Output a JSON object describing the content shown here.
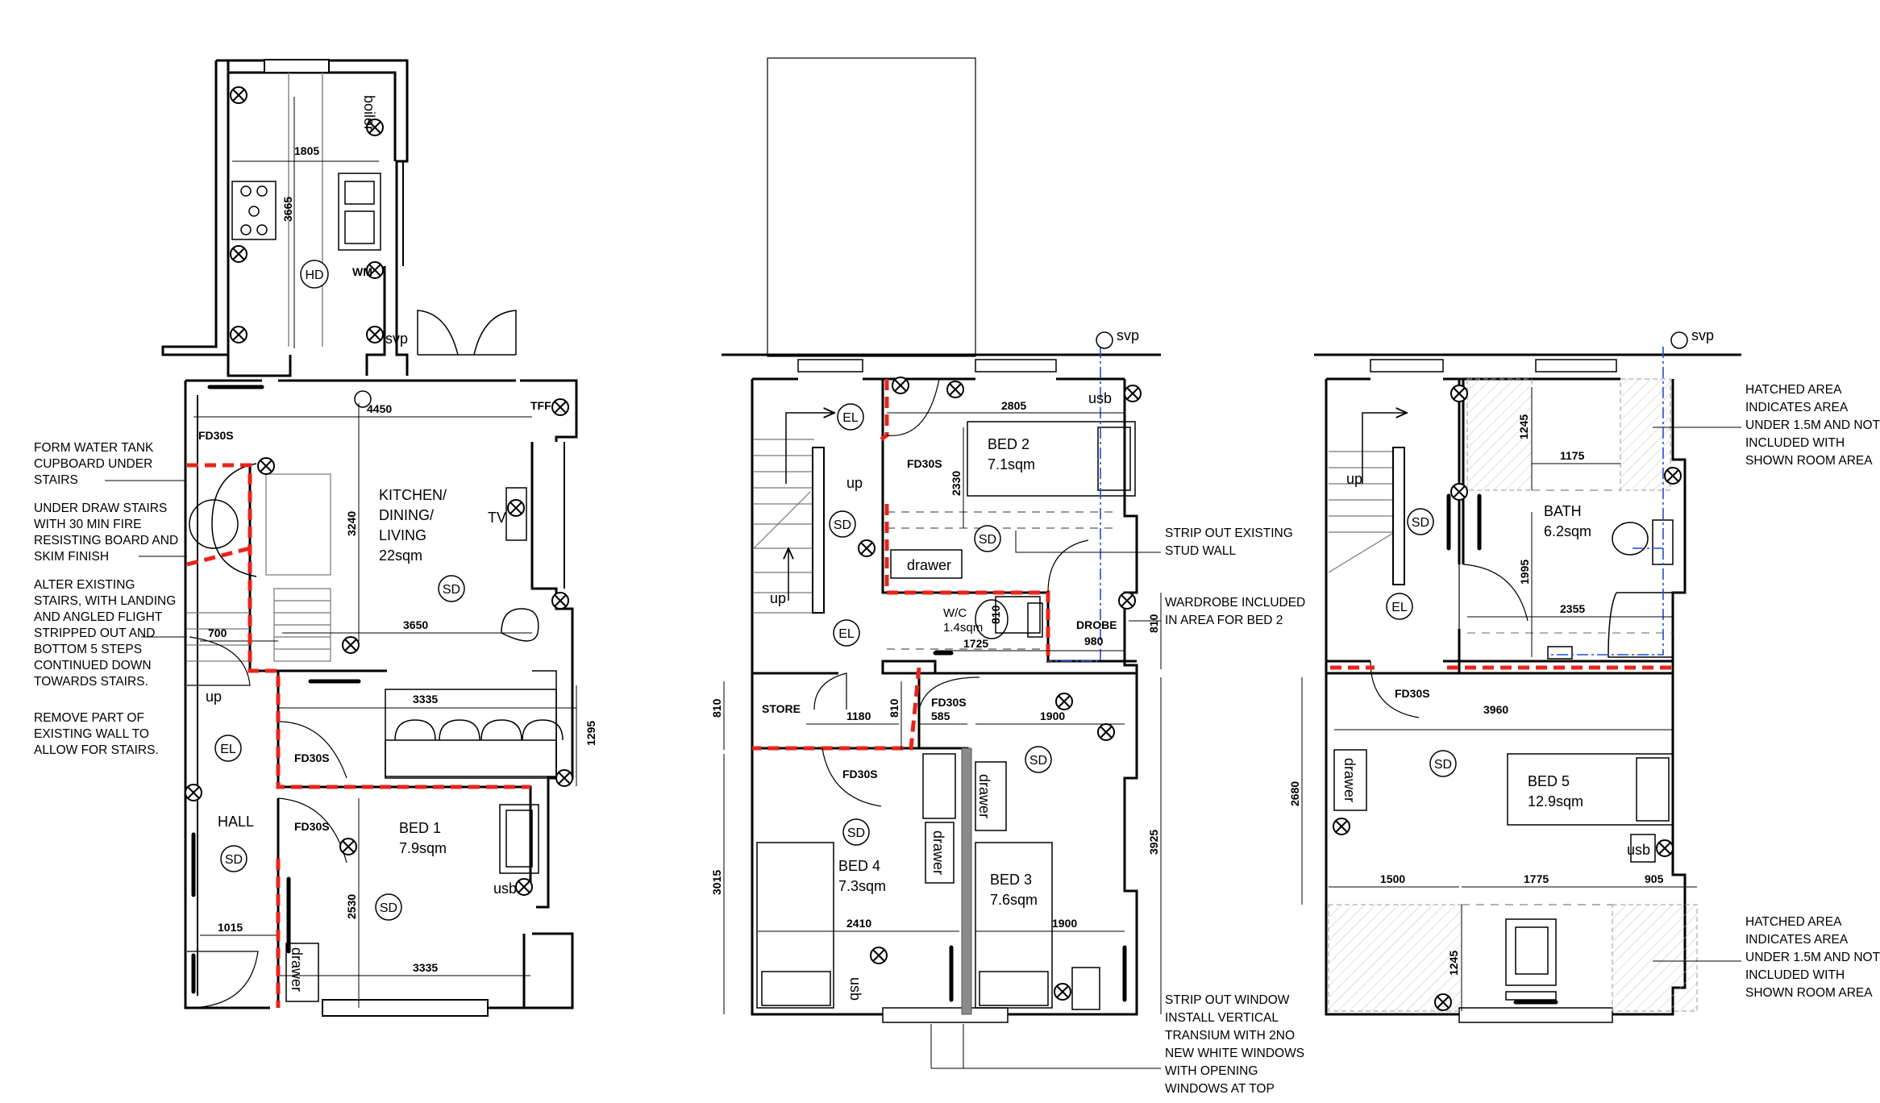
{
  "colors": {
    "wall": "#000000",
    "fire_line": "#e8241c",
    "drainage": "#1f4fd6",
    "hatch": "#b9b9b9",
    "partition": "#8a8a8a"
  },
  "ground": {
    "rooms": {
      "kitchen": [
        "KITCHEN/",
        "DINING/",
        "LIVING",
        "22sqm"
      ],
      "bed1": [
        "BED 1",
        "7.9sqm"
      ],
      "hall": [
        "HALL"
      ]
    },
    "labels": {
      "boiler": "boiler",
      "wm": "WM",
      "hd": "HD",
      "tff": "TFF",
      "tv": "TV",
      "svp": "svp",
      "up": "up",
      "usb": "usb",
      "drawer": "drawer",
      "fd1": "FD30S",
      "fd2": "FD30S",
      "fd3": "FD30S",
      "sd": "SD",
      "el": "EL"
    },
    "dims": {
      "d1805": "1805",
      "d3665": "3665",
      "d4450": "4450",
      "d3240": "3240",
      "d3650": "3650",
      "d700": "700",
      "d3335a": "3335",
      "d1295": "1295",
      "d2530": "2530",
      "d3335b": "3335",
      "d1015": "1015"
    },
    "notes": [
      [
        "FORM WATER TANK",
        "CUPBOARD UNDER",
        "STAIRS"
      ],
      [
        "UNDER DRAW STAIRS",
        "WITH 30 MIN FIRE",
        "RESISTING BOARD AND",
        "SKIM FINISH"
      ],
      [
        "ALTER EXISTING",
        "STAIRS, WITH LANDING",
        "AND ANGLED FLIGHT",
        "STRIPPED OUT AND",
        "BOTTOM 5 STEPS",
        "CONTINUED DOWN",
        "TOWARDS STAIRS."
      ],
      [
        "REMOVE PART OF",
        "EXISTING WALL TO",
        "ALLOW FOR STAIRS."
      ]
    ]
  },
  "first": {
    "rooms": {
      "bed2": [
        "BED 2",
        "7.1sqm"
      ],
      "wc": [
        "W/C",
        "1.4sqm"
      ],
      "bed4": [
        "BED 4",
        "7.3sqm"
      ],
      "bed3": [
        "BED 3",
        "7.6sqm"
      ]
    },
    "labels": {
      "usb1": "usb",
      "usb2": "usb",
      "drawer1": "drawer",
      "drawer2": "drawer",
      "drawer3": "drawer",
      "store": "STORE",
      "drobe": "DROBE",
      "svp": "svp",
      "up1": "up",
      "up2": "up",
      "fd1": "FD30S",
      "fd2": "FD30S",
      "fd3": "FD30S",
      "el": "EL",
      "sd": "SD"
    },
    "dims": {
      "d2805": "2805",
      "d2330": "2330",
      "d810a": "810",
      "d1725": "1725",
      "d980": "980",
      "d810b": "810",
      "d810c": "810",
      "d1180": "1180",
      "d810d": "810",
      "d585": "585",
      "d1900a": "1900",
      "d3015": "3015",
      "d2410": "2410",
      "d1900b": "1900",
      "d3925": "3925"
    },
    "notes": [
      [
        "STRIP OUT EXISTING",
        "STUD WALL"
      ],
      [
        "WARDROBE INCLUDED",
        "IN AREA FOR BED 2"
      ],
      [
        "STRIP OUT WINDOW",
        "INSTALL VERTICAL",
        "TRANSIUM WITH 2NO",
        "NEW WHITE WINDOWS",
        "WITH OPENING",
        "WINDOWS AT TOP"
      ]
    ]
  },
  "second": {
    "rooms": {
      "bath": [
        "BATH",
        "6.2sqm"
      ],
      "bed5": [
        "BED 5",
        "12.9sqm"
      ]
    },
    "labels": {
      "svp": "svp",
      "up": "up",
      "usb": "usb",
      "drawer": "drawer",
      "fd": "FD30S",
      "sd": "SD",
      "el": "EL"
    },
    "dims": {
      "d1245a": "1245",
      "d1175": "1175",
      "d1995": "1995",
      "d2355": "2355",
      "d3960": "3960",
      "d2680": "2680",
      "d1500": "1500",
      "d1775": "1775",
      "d905": "905",
      "d1245b": "1245"
    },
    "notes": [
      [
        "HATCHED AREA",
        "INDICATES AREA",
        "UNDER 1.5M AND NOT",
        "INCLUDED WITH",
        "SHOWN ROOM AREA"
      ],
      [
        "HATCHED AREA",
        "INDICATES AREA",
        "UNDER 1.5M AND NOT",
        "INCLUDED WITH",
        "SHOWN ROOM AREA"
      ]
    ]
  }
}
